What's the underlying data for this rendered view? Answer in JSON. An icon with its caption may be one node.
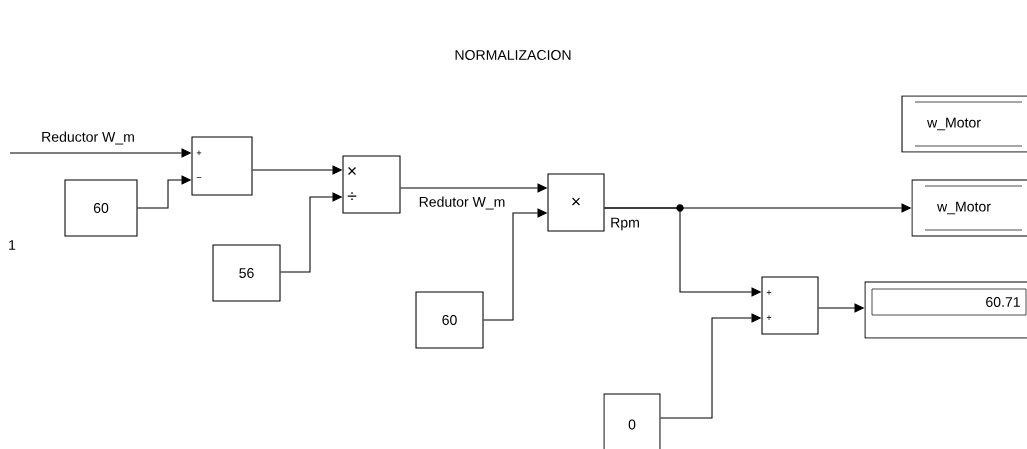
{
  "diagram": {
    "title": "NORMALIZACION",
    "nodes": [
      {
        "text": [
          "+",
          "−"
        ]
      },
      {
        "text": [
          "60"
        ]
      },
      {
        "text": [
          "×",
          "÷"
        ]
      },
      {
        "text": [
          "56"
        ]
      },
      {
        "text": [
          "×"
        ]
      },
      {
        "text": [
          "60"
        ]
      },
      {
        "text": [
          "w_Motor"
        ]
      },
      {
        "text": [
          "w_Motor"
        ]
      },
      {
        "text": [
          "+",
          "+"
        ]
      },
      {
        "text": [
          "60.71"
        ]
      },
      {
        "text": [
          "0"
        ]
      }
    ],
    "edges": [
      {
        "from": null,
        "to": 0,
        "arrow": "to",
        "label": "Reductor W_m"
      },
      {
        "from": 1,
        "to": 0,
        "arrow": "to"
      },
      {
        "from": 0,
        "to": 2,
        "arrow": "to"
      },
      {
        "from": 3,
        "to": 2,
        "arrow": "to"
      },
      {
        "from": 2,
        "to": 4,
        "arrow": "to",
        "label": "Redutor W_m"
      },
      {
        "from": 5,
        "to": 4,
        "arrow": "to"
      },
      {
        "from": 4,
        "to": 7,
        "arrow": "to",
        "label": "Rpm"
      },
      {
        "from": 4,
        "to": 8,
        "arrow": "to"
      },
      {
        "from": 10,
        "to": 8,
        "arrow": "to"
      },
      {
        "from": 8,
        "to": 9,
        "arrow": "to"
      }
    ],
    "labels": [
      "1"
    ]
  }
}
